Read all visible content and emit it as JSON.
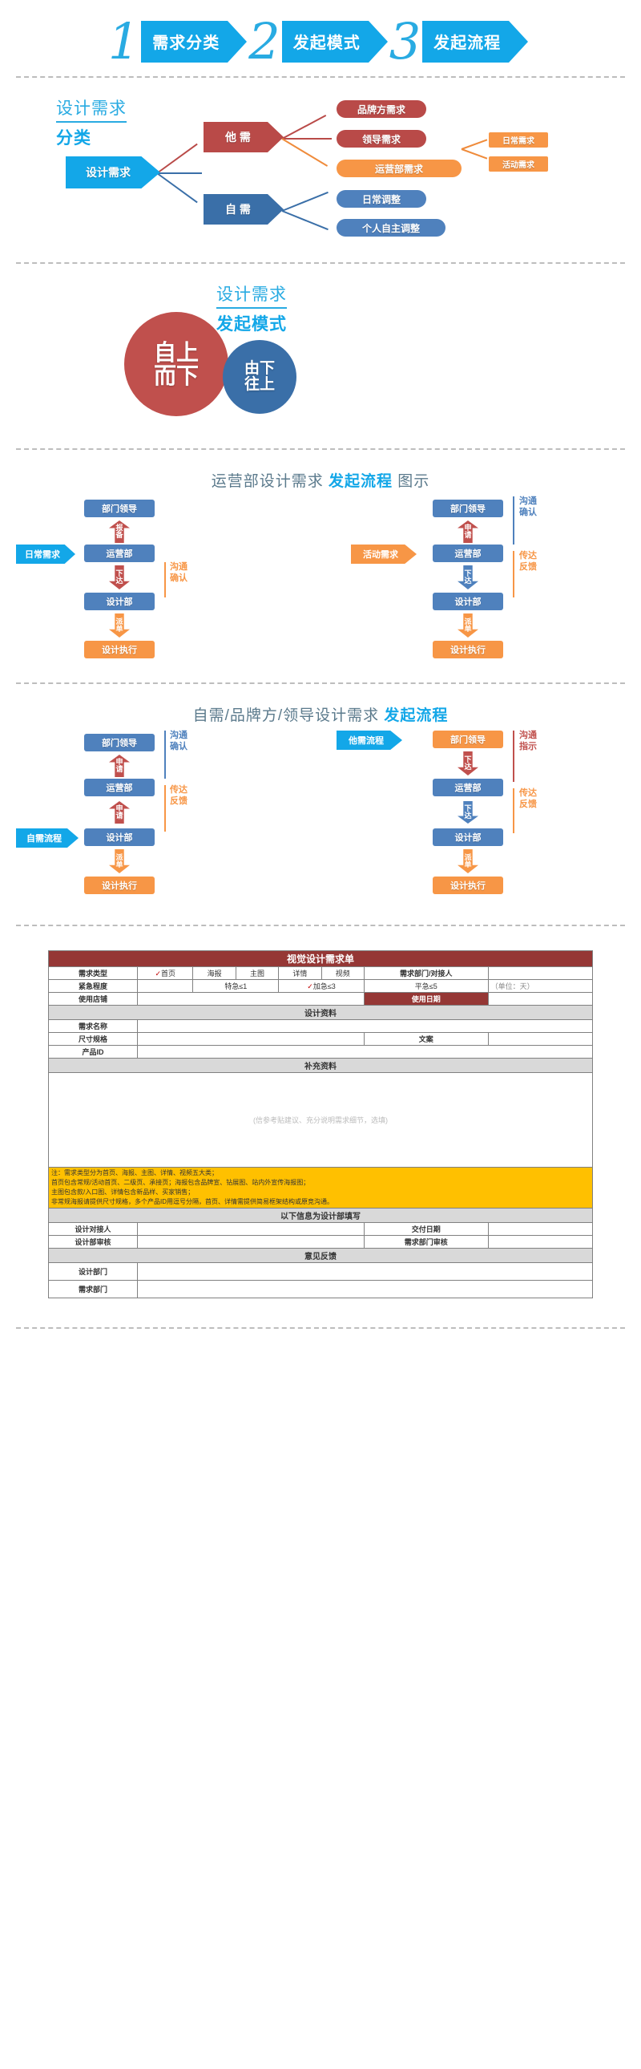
{
  "steps": [
    {
      "num": "1",
      "label": "需求分类"
    },
    {
      "num": "2",
      "label": "发起模式"
    },
    {
      "num": "3",
      "label": "发起流程"
    }
  ],
  "section_classify": {
    "title_line1": "设计需求",
    "title_line2": "分类",
    "root": "设计需求",
    "branch_other": "他 需",
    "branch_self": "自 需",
    "other_children": [
      "品牌方需求",
      "领导需求",
      "运营部需求"
    ],
    "other_leaf": [
      "日常需求",
      "活动需求"
    ],
    "self_children": [
      "日常调整",
      "个人自主调整"
    ]
  },
  "section_mode": {
    "title_line1": "设计需求",
    "title_line2": "发起模式",
    "circle_big": "自上\n而下",
    "circle_big_l1": "自上",
    "circle_big_l2": "而下",
    "circle_small_l1": "由下",
    "circle_small_l2": "往上"
  },
  "section_flow_ops": {
    "title_gray": "运营部设计需求",
    "title_blue": "发起流程",
    "title_gray2": "图示",
    "left": {
      "tag": "日常需求",
      "top": "部门领导",
      "mid": "运营部",
      "dept": "设计部",
      "exec": "设计执行",
      "arrow1_l1": "报",
      "arrow1_l2": "备",
      "arrow2_l1": "下",
      "arrow2_l2": "达",
      "arrow3_l1": "派",
      "arrow3_l2": "单",
      "side": "沟通确认"
    },
    "right": {
      "tag": "活动需求",
      "top": "部门领导",
      "mid": "运营部",
      "dept": "设计部",
      "exec": "设计执行",
      "arrow1_l1": "申",
      "arrow1_l2": "请",
      "arrow2_l1": "下",
      "arrow2_l2": "达",
      "arrow3_l1": "派",
      "arrow3_l2": "单",
      "side1": "沟通确认",
      "side2": "传达反馈"
    }
  },
  "section_flow_self": {
    "title_gray": "自需/品牌方/领导设计需求",
    "title_blue": "发起流程",
    "left": {
      "tag": "自需流程",
      "top": "部门领导",
      "mid": "运营部",
      "dept": "设计部",
      "exec": "设计执行",
      "arrow1_l1": "申",
      "arrow1_l2": "请",
      "arrow2_l1": "申",
      "arrow2_l2": "请",
      "arrow3_l1": "派",
      "arrow3_l2": "单",
      "side1": "沟通确认",
      "side2": "传达反馈"
    },
    "right": {
      "tag": "他需流程",
      "top": "部门领导",
      "mid": "运营部",
      "dept": "设计部",
      "exec": "设计执行",
      "arrow1_l1": "下",
      "arrow1_l2": "达",
      "arrow2_l1": "下",
      "arrow2_l2": "达",
      "arrow3_l1": "派",
      "arrow3_l2": "单",
      "side1": "沟通指示",
      "side2": "传达反馈"
    }
  },
  "form": {
    "title": "视觉设计需求单",
    "row_type_label": "需求类型",
    "type_options": [
      "首页",
      "海报",
      "主图",
      "详情",
      "视频"
    ],
    "type_checked": "首页",
    "dept_contact_label": "需求部门/对接人",
    "dept_contact_value": "",
    "row_urgency_label": "紧急程度",
    "urgency_options": [
      "特急≤1",
      "加急≤3",
      "平急≤5"
    ],
    "urgency_checked": "加急≤3",
    "urgency_unit": "（单位：天）",
    "row_shop_label": "使用店铺",
    "shop_value": "",
    "use_date_label": "使用日期",
    "use_date_value": "",
    "head_design_data": "设计资料",
    "row_name_label": "需求名称",
    "name_value": "",
    "row_size_label": "尺寸规格",
    "size_value": "",
    "copy_label": "文案",
    "copy_value": "",
    "row_pid_label": "产品ID",
    "pid_value": "",
    "head_extra": "补充资料",
    "extra_placeholder": "(信参考贴建议、充分说明需求细节，选填)",
    "notes": [
      "注：需求类型分为首页、海报、主图、详情、视频五大类；",
      "首页包含常规/活动首页、二级页、承接页；海报包含品牌宣、钻展图、站内外宣传海报图；",
      "主图包含款/入口图、详情包含新品样、买家销售；",
      "非常规海报请提供尺寸规格，多个产品ID用逗号分隔，首页、详情需提供简易框架结构或原竞沟通。"
    ],
    "head_below": "以下信息为设计部填写",
    "row_contact_label": "设计对接人",
    "contact_value": "",
    "delivery_label": "交付日期",
    "delivery_value": "",
    "row_dept_check_label": "设计部审核",
    "dept_check_value": "",
    "req_dept_check_label": "需求部门审核",
    "req_dept_check_value": "",
    "head_feedback": "意见反馈",
    "row_fb_design_label": "设计部门",
    "fb_design_value": "",
    "row_fb_req_label": "需求部门",
    "fb_req_value": ""
  },
  "colors": {
    "brand_blue": "#13a7e8",
    "red": "#c0504d",
    "dark_red": "#b94a48",
    "orange": "#f79646",
    "steel_blue": "#4f81bd",
    "form_header": "#953735",
    "note_yellow": "#ffc000"
  }
}
